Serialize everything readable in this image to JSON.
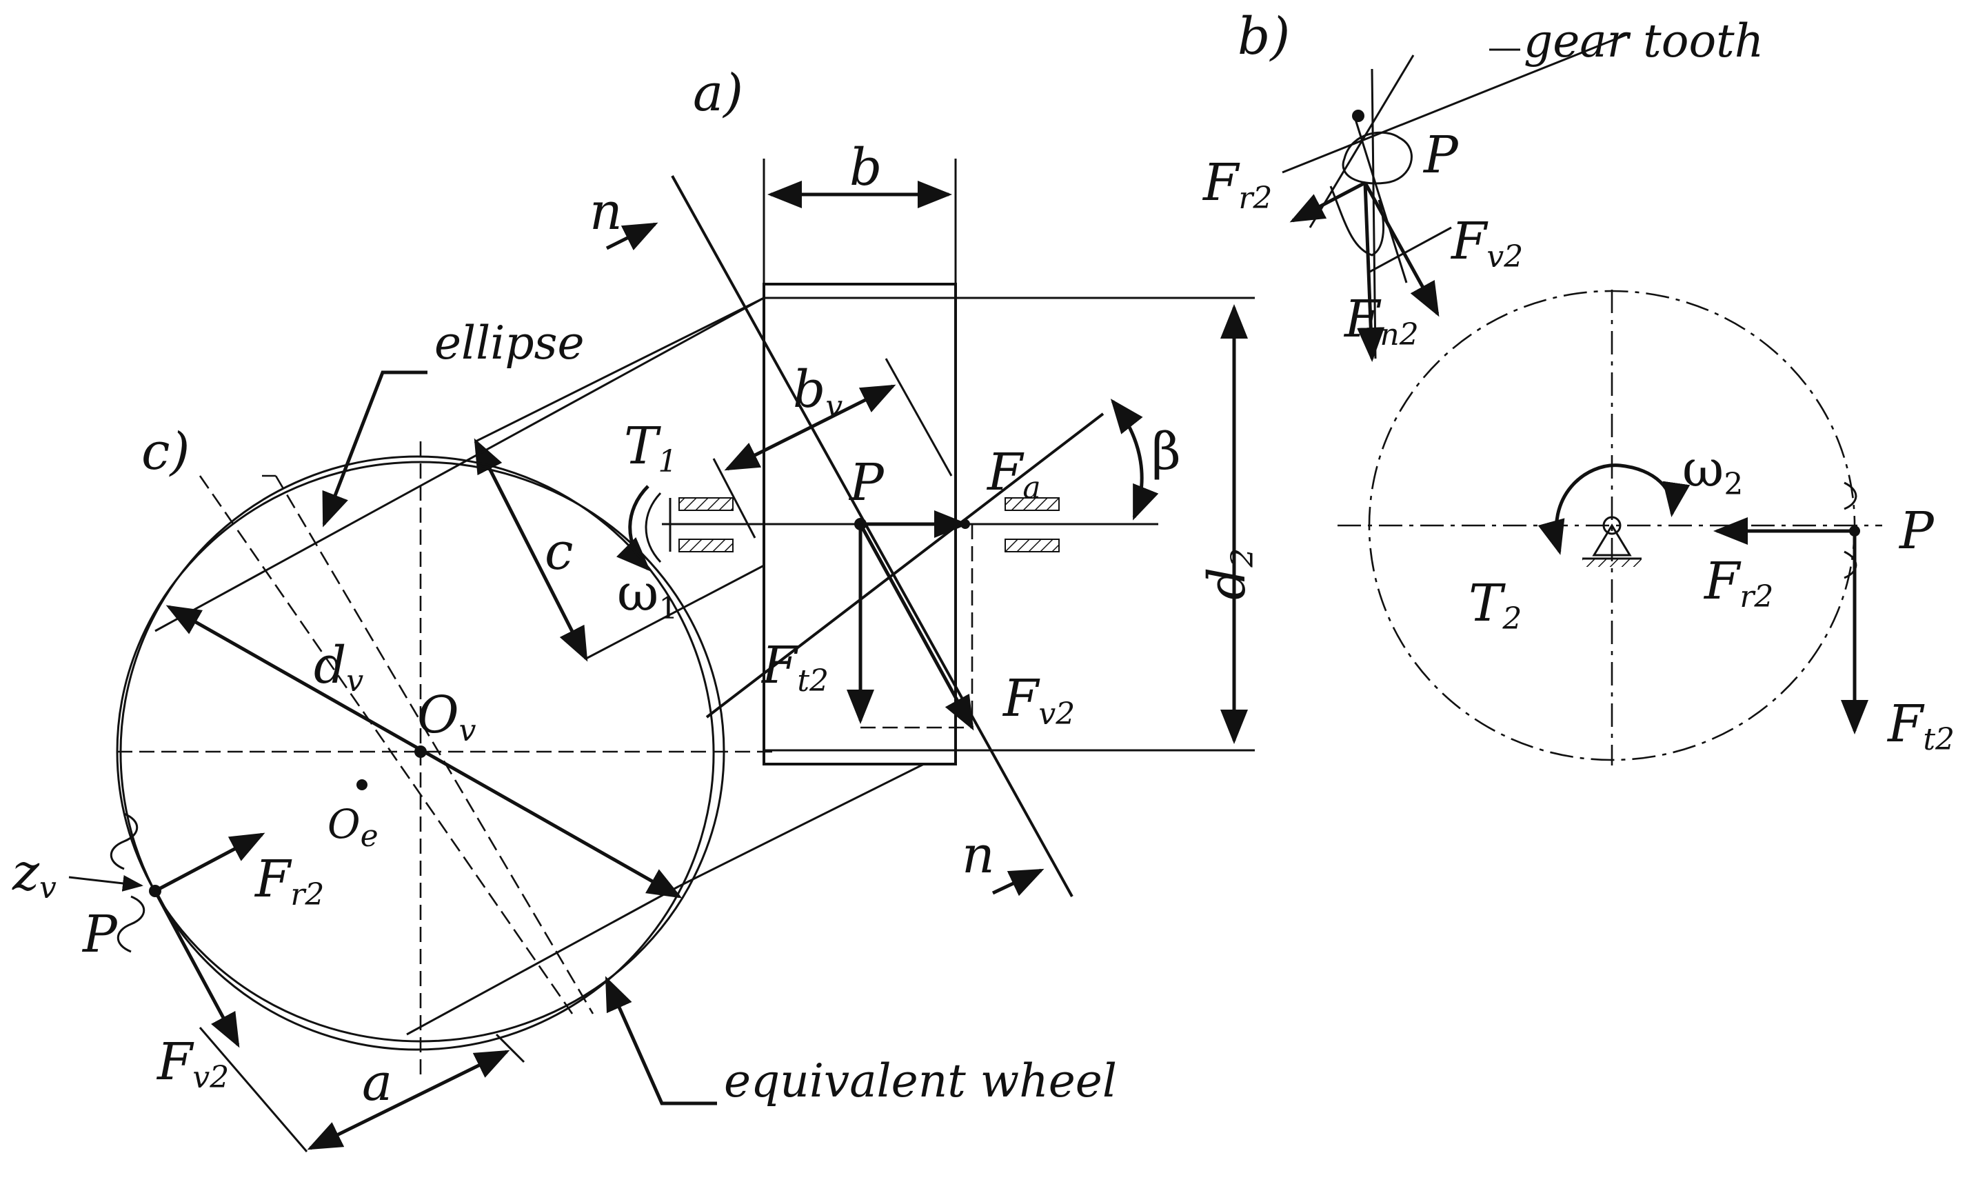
{
  "diagram": {
    "panel_labels": {
      "a": "a)",
      "b": "b)",
      "c": "c)"
    },
    "text_labels": {
      "gear_tooth": "gear tooth",
      "ellipse": "ellipse",
      "equivalent_wheel": "equivalent wheel"
    },
    "symbols": {
      "b": "b",
      "bv": "b",
      "bv_sub": "v",
      "n": "n",
      "P": "P",
      "beta": "β",
      "T1": "T",
      "T1_sub": "1",
      "omega1": "ω",
      "omega1_sub": "1",
      "Fa": "F",
      "Fa_sub": "a",
      "c": "c",
      "d2": "d",
      "d2_sub": "2",
      "Ft2": "F",
      "Ft2_sub": "t2",
      "Fv2": "F",
      "Fv2_sub": "v2",
      "Fr2": "F",
      "Fr2_sub": "r2",
      "Fn2": "F",
      "Fn2_sub": "n2",
      "dv": "d",
      "dv_sub": "v",
      "Ov": "O",
      "Ov_sub": "v",
      "Oe": "O",
      "Oe_sub": "e",
      "zv": "z",
      "zv_sub": "v",
      "a": "a",
      "omega2": "ω",
      "omega2_sub": "2",
      "T2": "T",
      "T2_sub": "2"
    }
  }
}
